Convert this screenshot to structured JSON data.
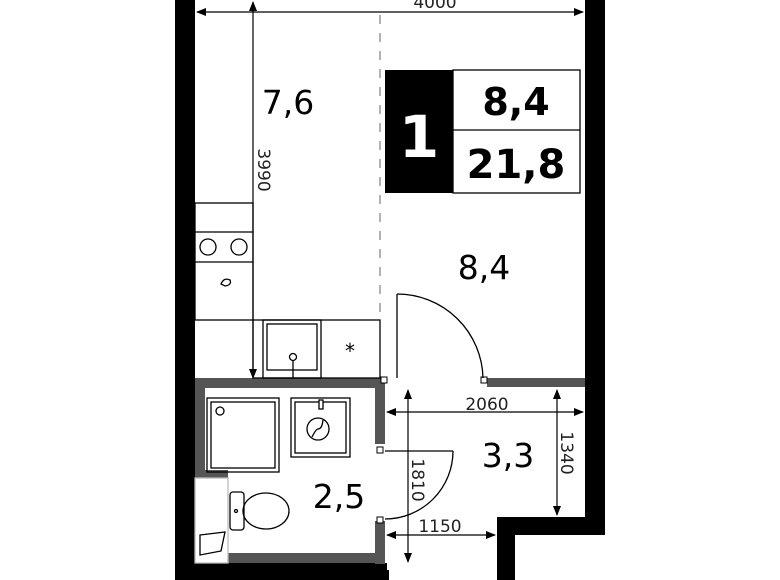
{
  "plan": {
    "rooms_count": "1",
    "living_area": "8,4",
    "total_area": "21,8",
    "rooms": {
      "kitchen_area": "7,6",
      "living_room_area": "8,4",
      "hall_area": "3,3",
      "bathroom_area": "2,5"
    },
    "dimensions": {
      "top_width": "4000",
      "kitchen_length": "3990",
      "hall_width": "2060",
      "hall_depth": "1340",
      "bath_length": "1810",
      "entrance_width": "1150"
    },
    "colors": {
      "outer_wall": "#000000",
      "partition_wall": "#555555",
      "badge_background": "#000000"
    }
  }
}
